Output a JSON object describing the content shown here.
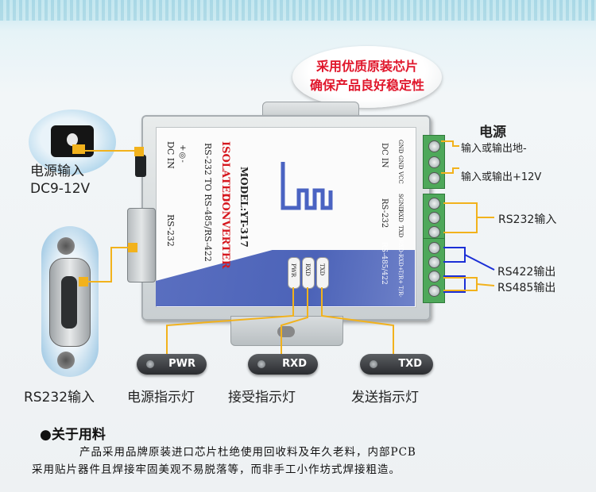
{
  "bubble": {
    "line1": "采用优质原装芯片",
    "line2": "确保产品良好稳定性"
  },
  "device": {
    "brand_line1": "ISOLATED",
    "brand_line2": "CONVERTER",
    "model": "MODEL:YT-317",
    "function": "RS-232 TO RS-485/RS-422",
    "port_rs232": "RS-232",
    "dc_in": "DC IN",
    "dc_polarity": "+◎-",
    "terminal_group_dc": "DC IN",
    "terminal_dc": [
      "GND",
      "GND",
      "VCC"
    ],
    "terminal_group_232": "RS-232",
    "terminal_232": [
      "SGND",
      "RXD",
      "TXD"
    ],
    "terminal_group_485": "RS-485/422",
    "terminal_485": [
      "RXD-",
      "RXD+",
      "T/R+",
      "T/R-"
    ],
    "led_labels": [
      "PWR",
      "RXD",
      "TXD"
    ]
  },
  "callouts": {
    "power_title": "电源",
    "power_gnd": "输入或输出地-",
    "power_vcc": "输入或输出+12V",
    "rs232_in": "RS232输入",
    "rs422_out": "RS422输出",
    "rs485_out": "RS485输出",
    "dc_input_line1": "电源输入",
    "dc_input_line2": "DC9-12V",
    "rs232_input_bottom": "RS232输入",
    "power_led": "电源指示灯",
    "receive_led": "接受指示灯",
    "send_led": "发送指示灯"
  },
  "led_pills": [
    "PWR",
    "RXD",
    "TXD"
  ],
  "section": {
    "bullet": "●",
    "title": "关于用料",
    "para1": "产品采用品牌原装进口芯片杜绝使用回收料及年久老料，内部PCB",
    "para2": "采用贴片器件且焊接牢固美观不易脱落等，而非手工小作坊式焊接粗造。"
  },
  "colors": {
    "bubble_text": "#e0162b",
    "callout_line": "#f2b21c",
    "wire_blue": "#1b2fd6",
    "terminal_green": "#4ea85a",
    "blue_band": "#4c63b8"
  }
}
